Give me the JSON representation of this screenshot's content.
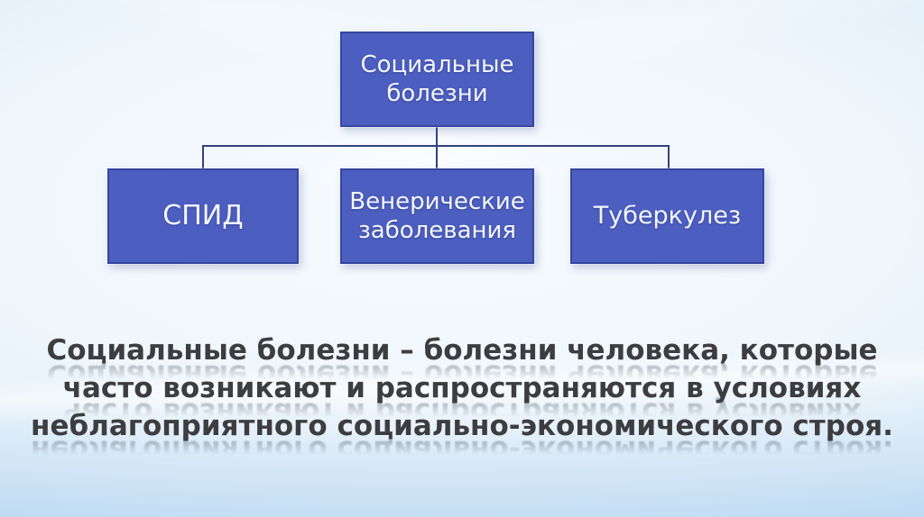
{
  "org_chart": {
    "root": {
      "label": "Социальные болезни"
    },
    "children": [
      {
        "label": "СПИД"
      },
      {
        "label": "Венерические заболевания"
      },
      {
        "label": "Туберкулез"
      }
    ]
  },
  "caption": {
    "lines": [
      "Социальные болезни – болезни человека, которые",
      "часто возникают и распространяются в условиях",
      "неблагоприятного социально-экономического строя."
    ]
  },
  "colors": {
    "box_fill": "#4c5ec0",
    "box_border": "#36459f",
    "box_text": "#f3f6fd",
    "connector": "#33427e",
    "caption_text": "#3d3d40",
    "background_center": "#f7fbfe",
    "background_edge": "#abd0ef"
  }
}
